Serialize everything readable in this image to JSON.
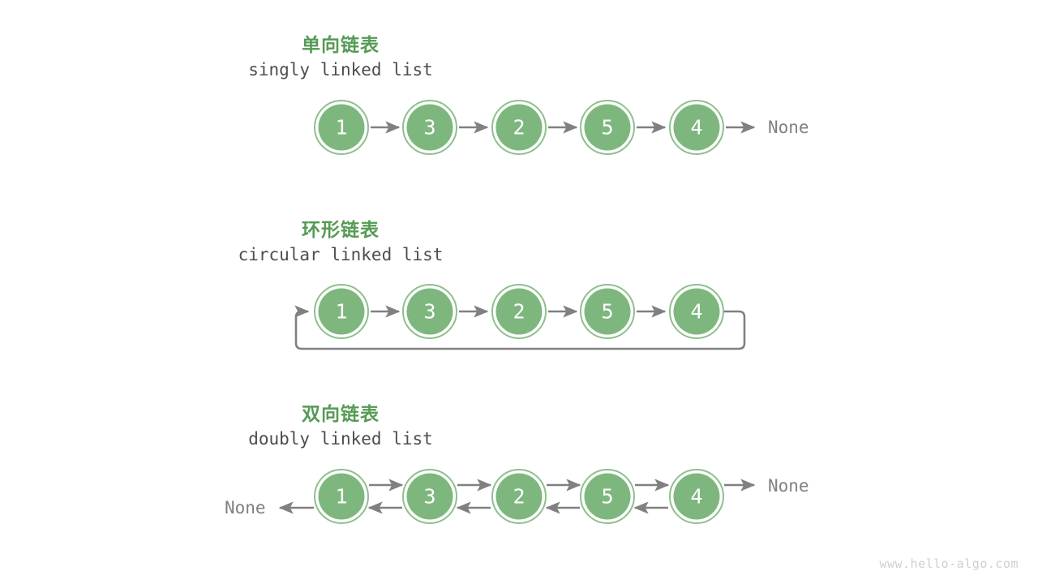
{
  "page": {
    "background": "#ffffff",
    "watermark": "www.hello-algo.com",
    "colors": {
      "node_fill": "#7eb77e",
      "node_ring": "#8ec08e",
      "node_gap": "#ffffff",
      "arrow": "#808080",
      "title_cn": "#549b54",
      "title_en": "#4d4d4d",
      "none_text": "#808080",
      "watermark": "#cfcfcf"
    }
  },
  "sections": [
    {
      "id": "singly",
      "title_cn": "单向链表",
      "title_en": "singly linked list",
      "nodes": [
        "1",
        "3",
        "2",
        "5",
        "4"
      ],
      "tail_label": "None",
      "head_label": null
    },
    {
      "id": "circular",
      "title_cn": "环形链表",
      "title_en": "circular linked list",
      "nodes": [
        "1",
        "3",
        "2",
        "5",
        "4"
      ],
      "tail_label": null,
      "head_label": null
    },
    {
      "id": "doubly",
      "title_cn": "双向链表",
      "title_en": "doubly linked list",
      "nodes": [
        "1",
        "3",
        "2",
        "5",
        "4"
      ],
      "tail_label": "None",
      "head_label": "None"
    }
  ]
}
